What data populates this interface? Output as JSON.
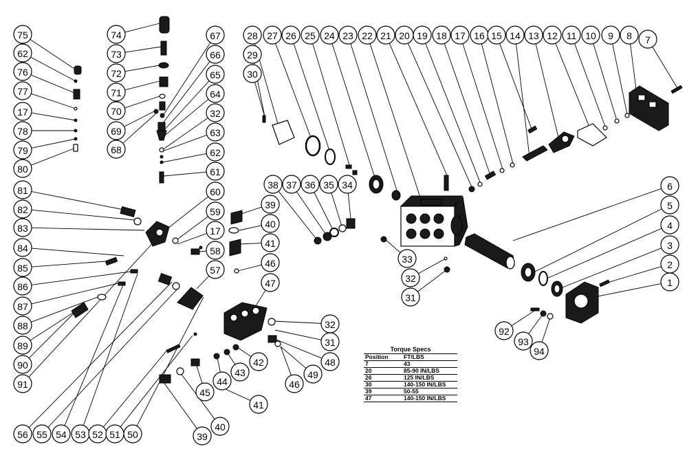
{
  "callouts": [
    "75",
    "62",
    "76",
    "77",
    "17",
    "78",
    "79",
    "80",
    "81",
    "82",
    "83",
    "84",
    "85",
    "86",
    "87",
    "88",
    "89",
    "90",
    "91",
    "74",
    "73",
    "72",
    "71",
    "70",
    "69",
    "68",
    "67",
    "66",
    "65",
    "64",
    "32",
    "63",
    "62",
    "61",
    "60",
    "59",
    "17",
    "58",
    "57",
    "56",
    "55",
    "54",
    "53",
    "52",
    "51",
    "50",
    "28",
    "27",
    "26",
    "25",
    "24",
    "23",
    "22",
    "21",
    "20",
    "19",
    "18",
    "17",
    "16",
    "15",
    "14",
    "13",
    "12",
    "11",
    "10",
    "9",
    "8",
    "7",
    "29",
    "30",
    "38",
    "37",
    "36",
    "35",
    "34",
    "39",
    "40",
    "41",
    "46",
    "47",
    "33",
    "32",
    "31",
    "6",
    "5",
    "4",
    "3",
    "2",
    "1",
    "92",
    "93",
    "94",
    "32",
    "31",
    "48",
    "49",
    "46",
    "42",
    "43",
    "44",
    "45",
    "41",
    "40",
    "39"
  ],
  "torque_specs": {
    "title": "Torque Specs",
    "headers": [
      "Position",
      "FT/LBS"
    ],
    "rows": [
      [
        "7",
        "43"
      ],
      [
        "20",
        "85-90 IN/LBS"
      ],
      [
        "26",
        "125 IN/LBS"
      ],
      [
        "30",
        "140-150 IN/LBS"
      ],
      [
        "39",
        "50-55"
      ],
      [
        "47",
        "140-150 IN/LBS"
      ]
    ]
  }
}
